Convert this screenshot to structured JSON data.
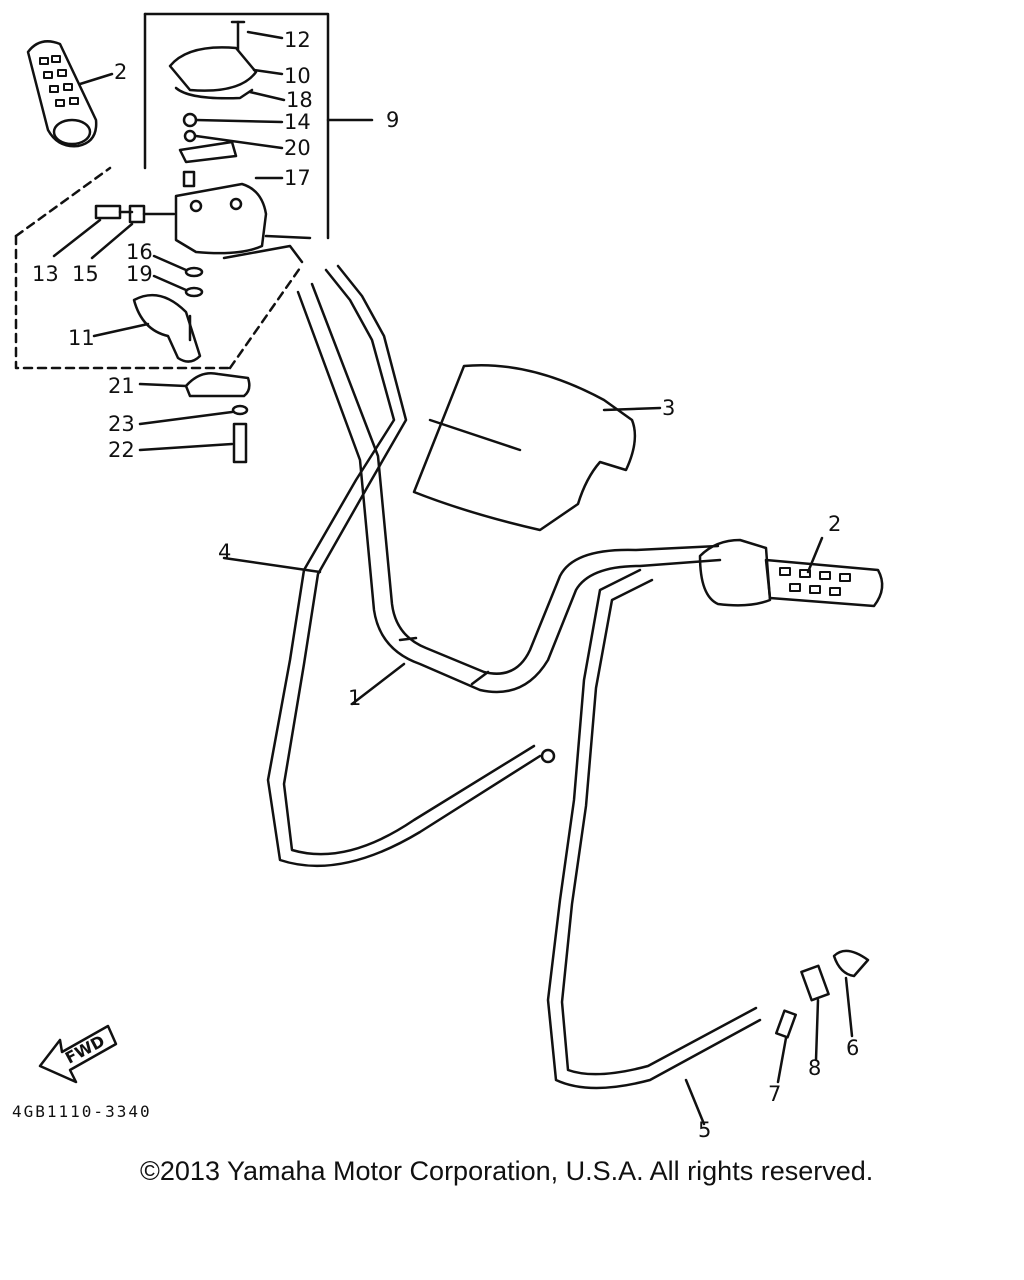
{
  "diagram": {
    "callouts": {
      "c1": "1",
      "c2_left": "2",
      "c2_right": "2",
      "c3": "3",
      "c4": "4",
      "c5": "5",
      "c6": "6",
      "c7": "7",
      "c8": "8",
      "c9": "9",
      "c10": "10",
      "c11": "11",
      "c12": "12",
      "c13": "13",
      "c14": "14",
      "c15": "15",
      "c16": "16",
      "c17": "17",
      "c18": "18",
      "c19": "19",
      "c20": "20",
      "c21": "21",
      "c22": "22",
      "c23": "23"
    },
    "fwd_label": "FWD",
    "catalog_code": "4GB1110-3340"
  },
  "footer": {
    "copyright": "©2013 Yamaha Motor Corporation, U.S.A. All rights reserved."
  }
}
